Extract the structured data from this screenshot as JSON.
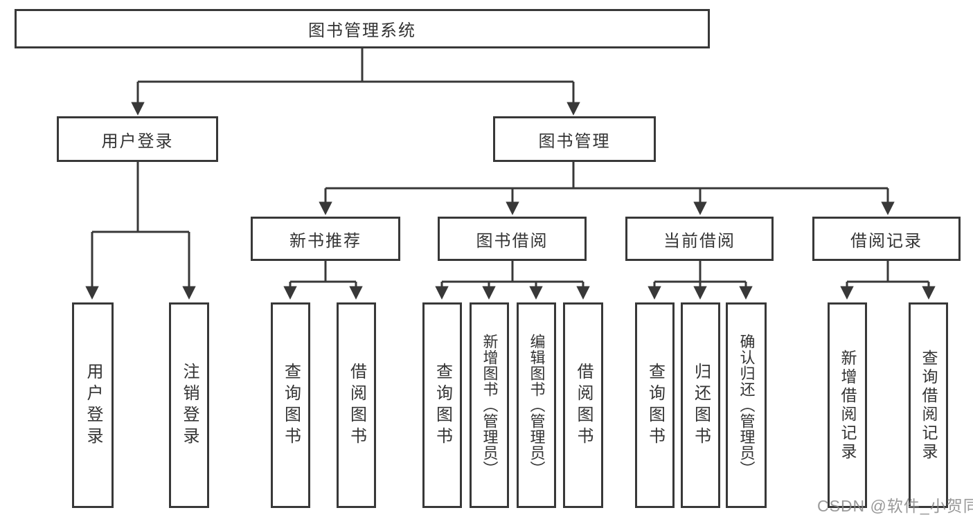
{
  "diagram": {
    "root": {
      "label": "图书管理系统"
    },
    "branches": [
      {
        "label": "用户登录",
        "children": [
          {
            "label": "用户登录"
          },
          {
            "label": "注销登录"
          }
        ]
      },
      {
        "label": "图书管理",
        "children": [
          {
            "label": "新书推荐",
            "children": [
              {
                "label": "查询图书"
              },
              {
                "label": "借阅图书"
              }
            ]
          },
          {
            "label": "图书借阅",
            "children": [
              {
                "label": "查询图书"
              },
              {
                "label": "新增图书（管理员）"
              },
              {
                "label": "编辑图书（管理员）"
              },
              {
                "label": "借阅图书"
              }
            ]
          },
          {
            "label": "当前借阅",
            "children": [
              {
                "label": "查询图书"
              },
              {
                "label": "归还图书"
              },
              {
                "label": "确认归还（管理员）"
              }
            ]
          },
          {
            "label": "借阅记录",
            "children": [
              {
                "label": "新增借阅记录"
              },
              {
                "label": "查询借阅记录"
              }
            ]
          }
        ]
      }
    ]
  },
  "watermark": {
    "text": "CSDN @软件_小贺同学"
  },
  "colors": {
    "line": "#383838",
    "box_border": "#383838",
    "text": "#333333",
    "background": "#ffffff",
    "watermark": "#878787"
  }
}
